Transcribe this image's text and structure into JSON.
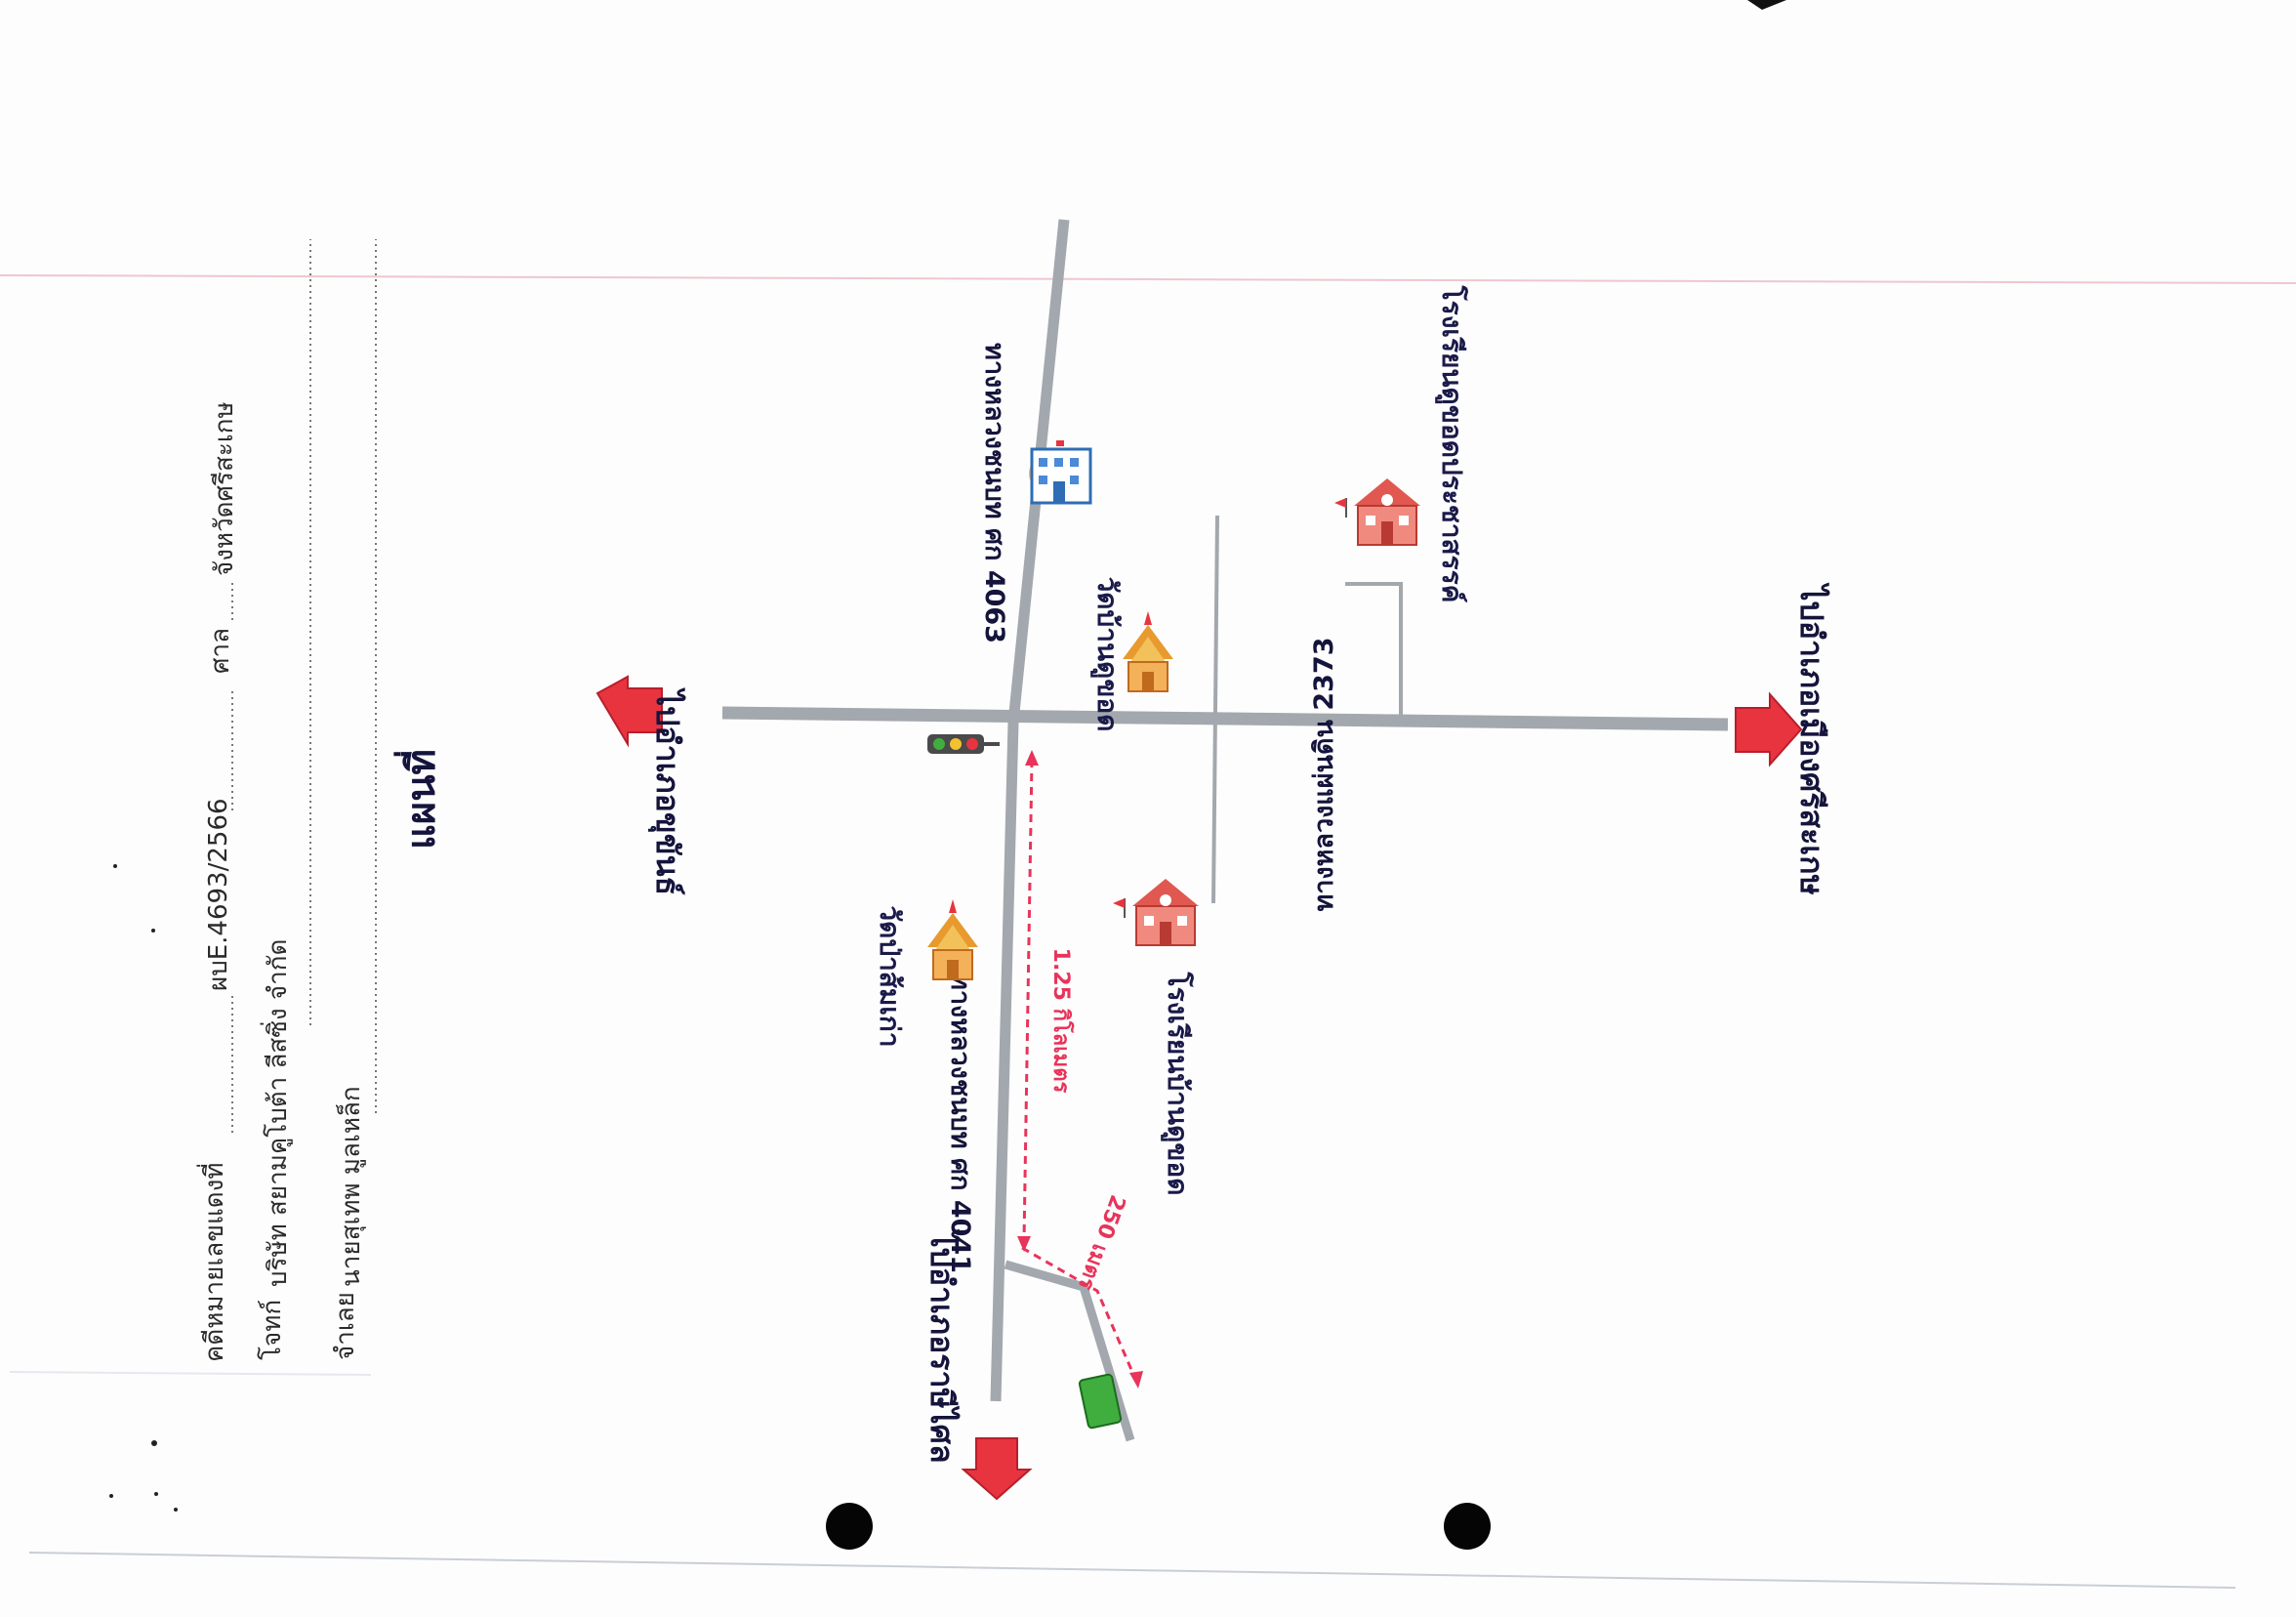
{
  "header": {
    "case_label": "คดีหมายเลขแดงที่",
    "case_number": "ผบE.4693/2566",
    "court_label": "ศาล",
    "court_name": "จังหวัดศรีสะเกษ",
    "plaintiff_label": "โจทก์",
    "plaintiff_name": "บริษัท สยามคูโบต้า ลีสซิ่ง จำกัด",
    "defendant_label": "จำเลย",
    "defendant_name": "นายสุเทพ มูลเหล็ก"
  },
  "map": {
    "title": "แผนที่",
    "arrows": {
      "top": "ไปอำเภอขุขันธ์",
      "bottom": "ไปอำเภอเมืองศรีสะเกษ",
      "left": "ไปอำเภอราษีไศล"
    },
    "roads": {
      "main_north": "ทางหลวงชนบท ศก 4063",
      "main_south": "ทางหลวงชนบท ศก 4041",
      "cross": "ทางหลวงแผ่นดิน 2373"
    },
    "landmarks": {
      "temple_1": "วัดป่าส้มเก่า",
      "temple_2": "วัดบ้านดูขอด",
      "school_1": "โรงเรียนบ้านดูขอด",
      "school_2": "โรงเรียนดูขอดประชาสรรค์"
    },
    "distances": {
      "main": "1.25 กิโลเมตร",
      "side": "250 เมตร"
    },
    "colors": {
      "road": "#a3a8ae",
      "arrow": "#e8343f",
      "distance": "#e8345a",
      "target": "#3fae3f"
    },
    "icons": [
      "temple-icon",
      "school-icon",
      "hospital-icon",
      "traffic-light-icon",
      "target-property-marker"
    ]
  }
}
